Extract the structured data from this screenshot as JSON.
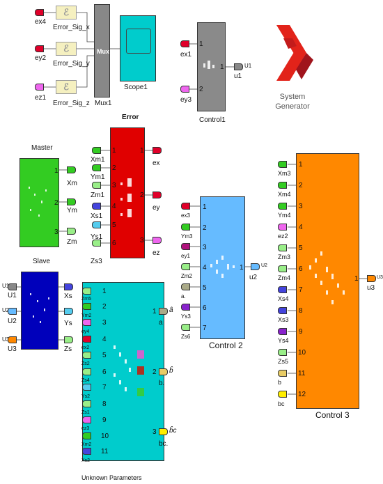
{
  "colors": {
    "yellow_block": "#f5f0c0",
    "mux": "#888888",
    "scope": "#00cccc",
    "control1": "#8a8a8a",
    "error": "#e00000",
    "master": "#33cc22",
    "slave": "#0000bb",
    "unknown": "#00cccc",
    "control2": "#66bbff",
    "control3": "#ff8800",
    "logo_red": "#e2231a",
    "logo_dark": "#a0141c"
  },
  "top": {
    "inputs": [
      "ex4",
      "ey2",
      "ez1"
    ],
    "error_sig_labels": [
      "Error_Sig_x",
      "Error_Sig_y",
      "Error_Sig_z"
    ],
    "mux_text": "Mux",
    "mux_label": "Mux1",
    "scope_label": "Scope1"
  },
  "control1": {
    "inputs": [
      "ex1",
      "ey3"
    ],
    "ports_in": [
      "1",
      "2"
    ],
    "port_out": "1",
    "output_tag": "U1",
    "output_label": "u1",
    "label": "Control1"
  },
  "sysgen": {
    "line1": "System",
    "line2": "Generator"
  },
  "error_block": {
    "title": "Error",
    "inputs": [
      "Xm1",
      "Ym1",
      "Zm1",
      "Xs1",
      "Ys1",
      "Zs3"
    ],
    "ports_in": [
      "1",
      "2",
      "3",
      "4",
      "5",
      "6"
    ],
    "outputs": [
      "ex",
      "ey",
      "ez"
    ],
    "ports_out": [
      "1",
      "2",
      "3"
    ]
  },
  "master": {
    "title": "Master",
    "outputs": [
      "Xm",
      "Ym",
      "Zm"
    ],
    "ports_out": [
      "1",
      "2",
      "3"
    ]
  },
  "slave": {
    "title": "Slave",
    "input_tags": [
      "U1",
      "U2",
      "U3"
    ],
    "inputs": [
      "U1",
      "U2",
      "U3"
    ],
    "outputs": [
      "Xs",
      "Ys",
      "Zs"
    ]
  },
  "unknown": {
    "title": "Unknown Parameters",
    "inputs": [
      "Zm5",
      "Ym2",
      "ey4",
      "ex2",
      "Zs2",
      "Zs4",
      "Ys2",
      "Zs1",
      "ez3",
      "Xm2",
      "Xs2"
    ],
    "ports_in": [
      "1",
      "2",
      "3",
      "4",
      "5",
      "6",
      "7",
      "8",
      "9",
      "10",
      "11"
    ],
    "outputs": [
      "a",
      "b.",
      "bc."
    ],
    "output_hats": [
      "â",
      "b̂",
      "b̂c"
    ],
    "ports_out": [
      "1",
      "2",
      "3"
    ]
  },
  "control2": {
    "label": "Control 2",
    "inputs": [
      "ex3",
      "Ym3",
      "ey1",
      "Zm2",
      "a.",
      "Ys3",
      "Zs6"
    ],
    "ports_in": [
      "1",
      "2",
      "3",
      "4",
      "5",
      "6",
      "7"
    ],
    "port_out": "1",
    "output_tag": "U2",
    "output_label": "u2"
  },
  "control3": {
    "label": "Control 3",
    "inputs": [
      "Xm3",
      "Xm4",
      "Ym4",
      "ez2",
      "Zm3",
      "Zm4",
      "Xs4",
      "Xs3",
      "Ys4",
      "Zs5",
      "b",
      "bc"
    ],
    "ports_in": [
      "1",
      "2",
      "3",
      "4",
      "5",
      "6",
      "7",
      "8",
      "9",
      "10",
      "11",
      "12"
    ],
    "port_out": "1",
    "output_tag": "U3",
    "output_label": "u3"
  }
}
